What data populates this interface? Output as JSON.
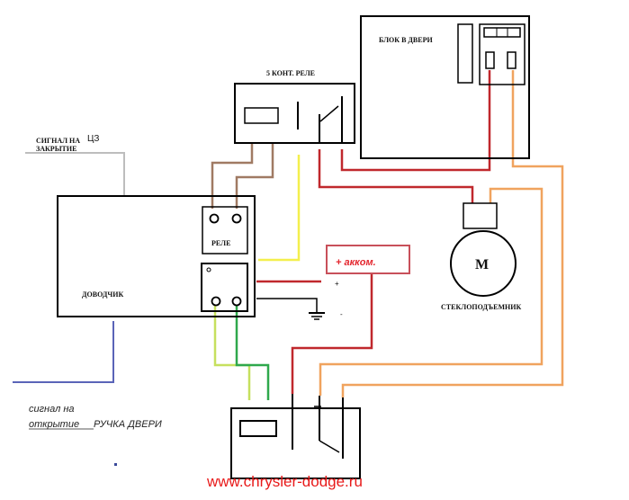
{
  "labels": {
    "door_block": "БЛОК В ДВЕРИ",
    "relay5": "5 КОНТ. РЕЛЕ",
    "signal_close_line1": "СИГНАЛ НА",
    "signal_close_suffix": "ЦЗ",
    "signal_close_line2": "ЗАКРЫТИЕ",
    "closer": "ДОВОДЧИК",
    "relay": "РЕЛЕ",
    "battery_plus": "+  акком.",
    "plus_sign": "+",
    "minus_sign": "-",
    "motor_letter": "M",
    "window_lifter": "СТЕКЛОПОДЪЕМНИК",
    "signal_open_line1": "сигнал на",
    "signal_open_line2": "открытие",
    "door_handle": "РУЧКА ДВЕРИ",
    "watermark": "www.chrysler-dodge.ru"
  },
  "colors": {
    "brown": "#a07a63",
    "yellow": "#f4ef4d",
    "red": "#c0282d",
    "orange": "#f0a35e",
    "light_green": "#c6e05e",
    "green": "#2fa84c",
    "blue": "#5a64b8",
    "gray": "#bdbdbd",
    "battery_border": "#c8505a"
  }
}
